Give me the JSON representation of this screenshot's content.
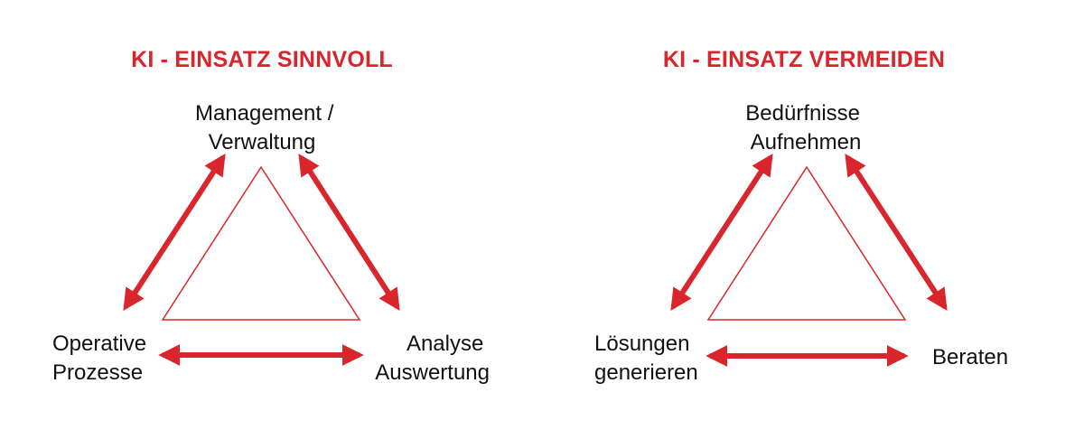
{
  "colors": {
    "accent": "#d9262c",
    "text": "#111111",
    "background": "#ffffff"
  },
  "left": {
    "heading": "KI - EINSATZ SINNVOLL",
    "top_label": [
      "Management /",
      "Verwaltung"
    ],
    "left_label": [
      "Operative",
      "Prozesse"
    ],
    "right_label": [
      "Analyse",
      "Auswertung"
    ]
  },
  "right": {
    "heading": "KI - EINSATZ VERMEIDEN",
    "top_label": [
      "Bedürfnisse",
      "Aufnehmen"
    ],
    "left_label": [
      "Lösungen",
      "generieren"
    ],
    "right_label": [
      "Beraten"
    ]
  }
}
